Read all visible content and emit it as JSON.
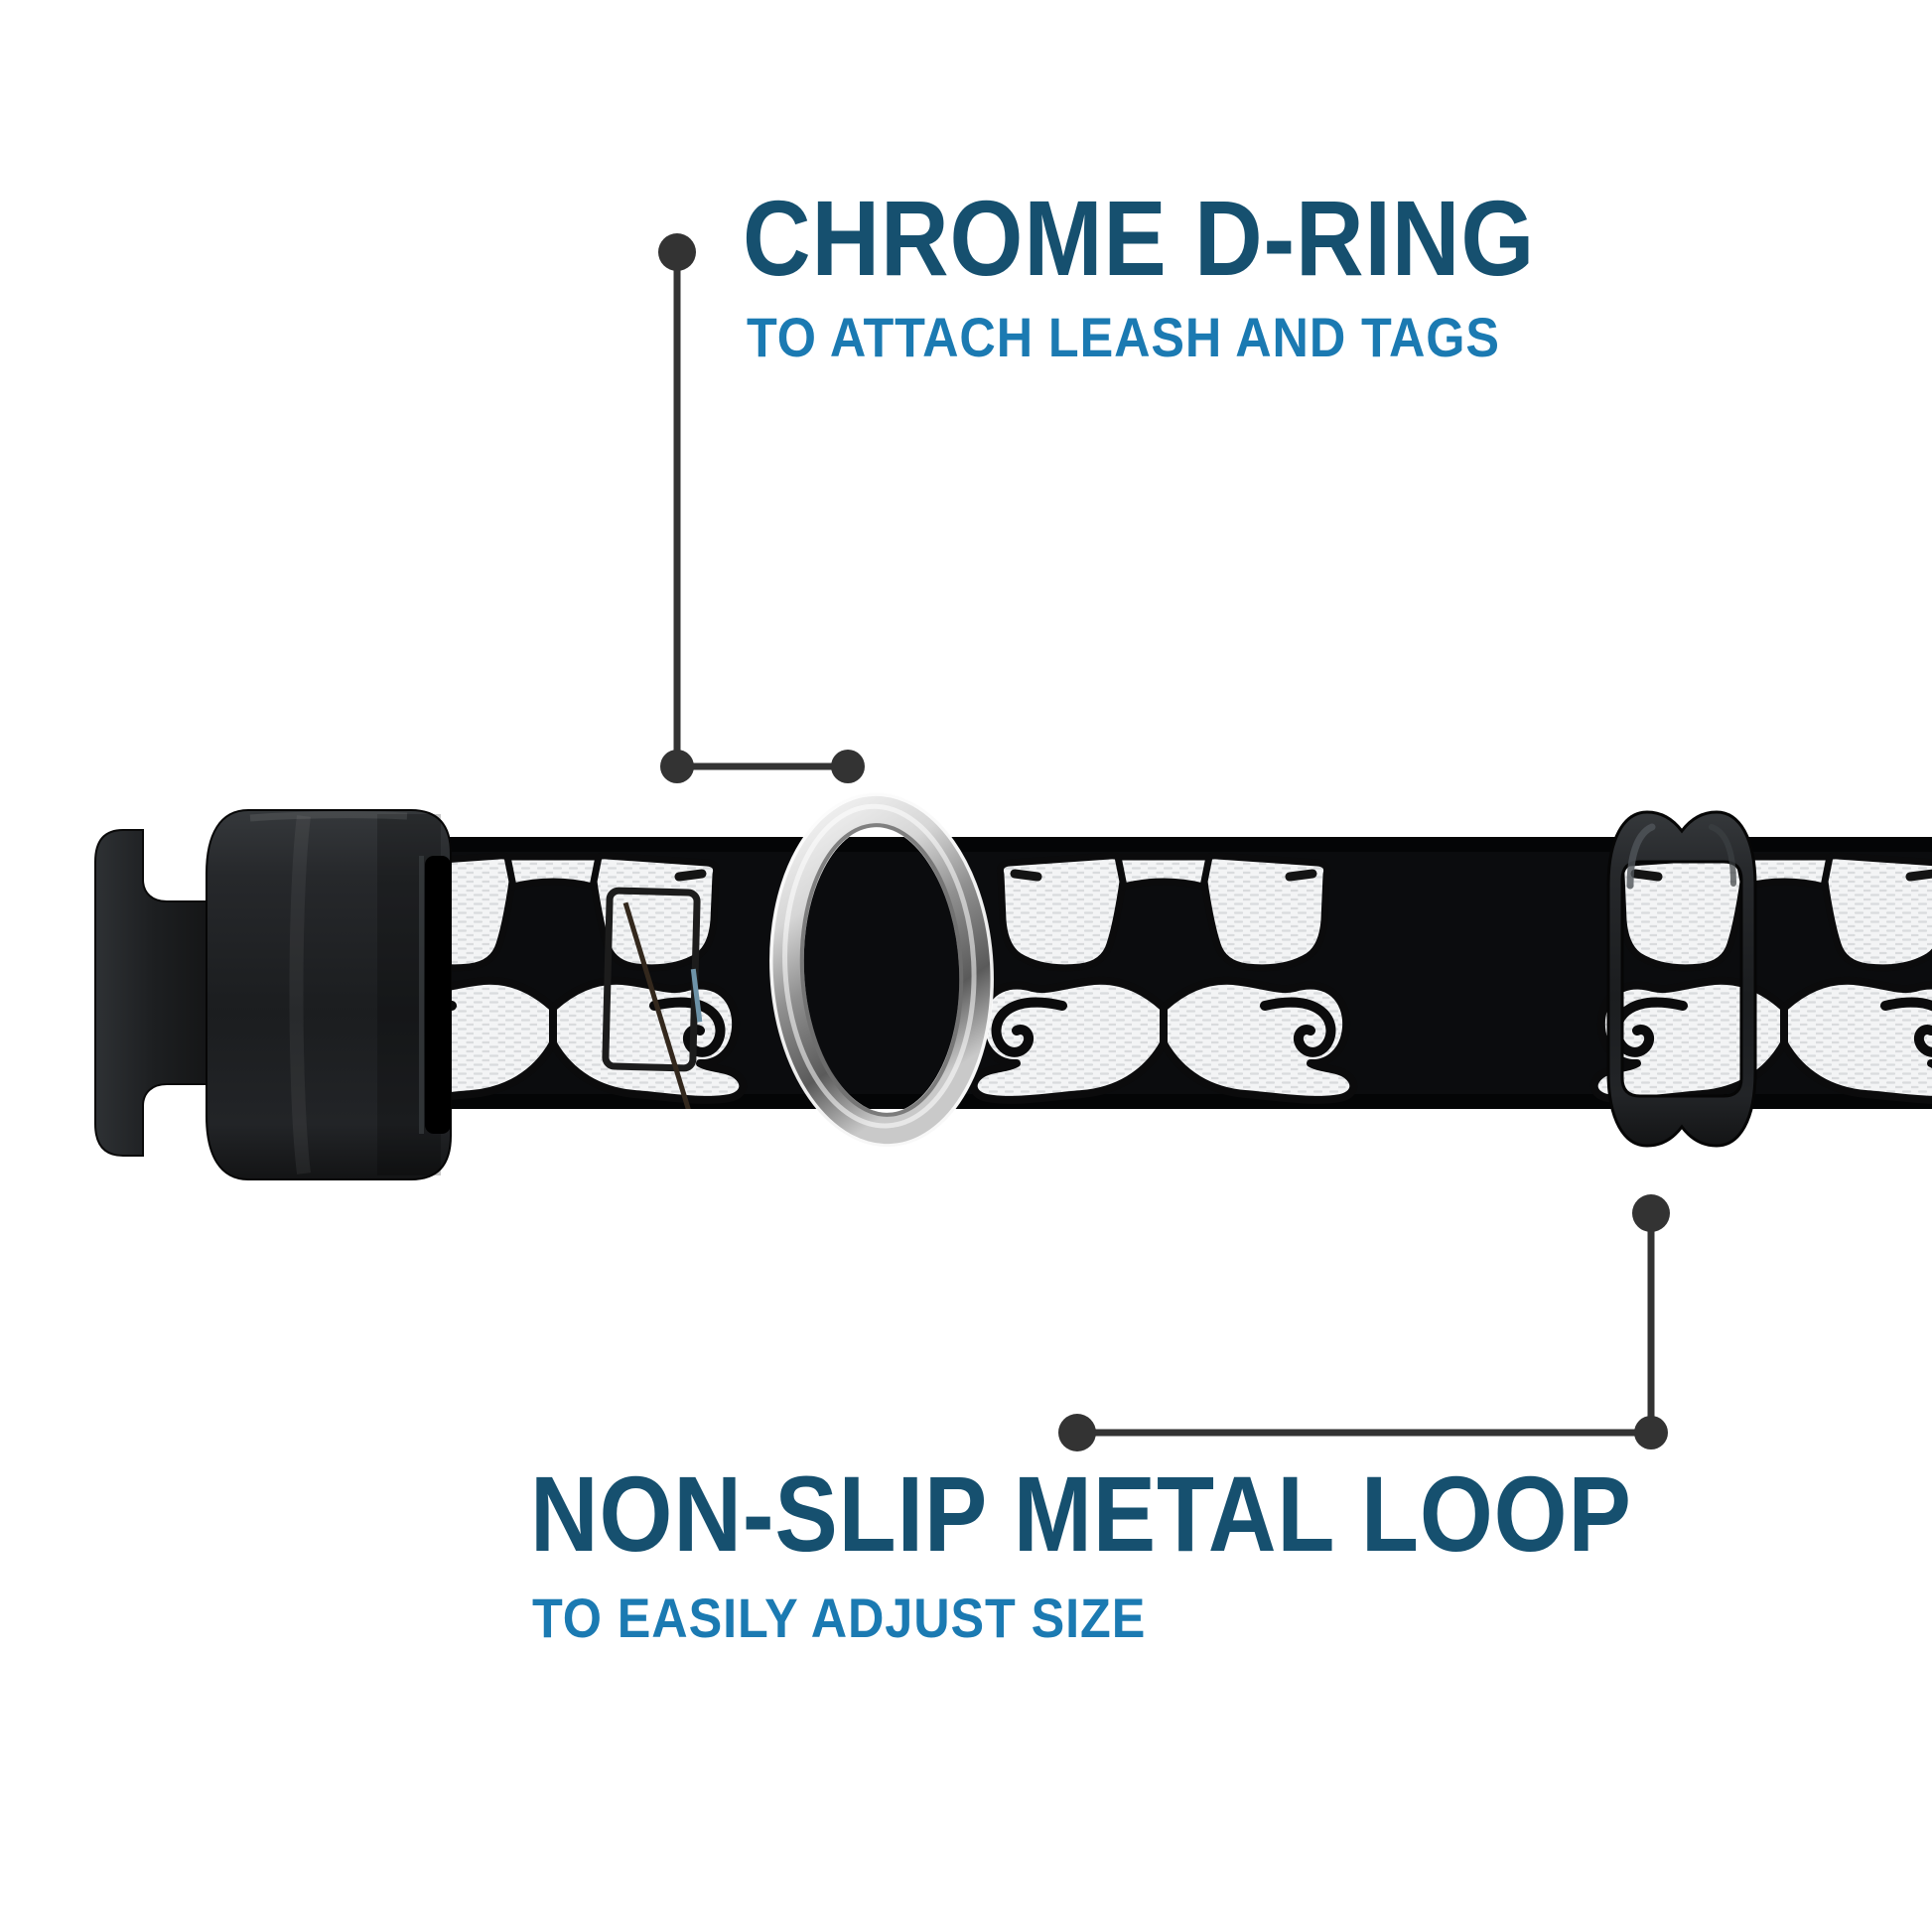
{
  "callouts": [
    {
      "id": "chrome-d-ring",
      "title": "CHROME D-RING",
      "subtitle": "TO ATTACH LEASH AND TAGS"
    },
    {
      "id": "non-slip-metal-loop",
      "title": "NON-SLIP METAL LOOP",
      "subtitle": "TO EASILY ADJUST SIZE"
    }
  ],
  "colors": {
    "title_text": "#16506f",
    "subtitle_text": "#1b7ab2",
    "callout_line": "#333333",
    "webbing": "#0b0c0e",
    "pattern_print": "#f3f4f5",
    "plastic": "#212326",
    "chrome_light": "#f7f7f7",
    "chrome_dark": "#5a5a5a"
  }
}
